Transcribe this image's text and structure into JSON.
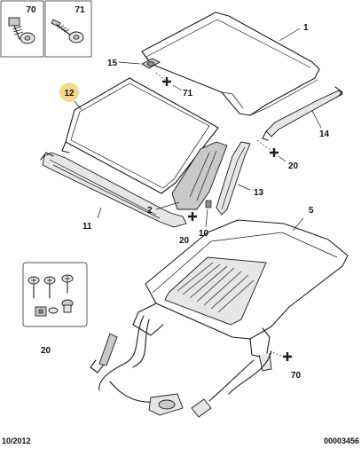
{
  "callouts": {
    "c70top": "70",
    "c71top": "71",
    "c1": "1",
    "c15": "15",
    "c71": "71",
    "c12": "12",
    "c14": "14",
    "c20a": "20",
    "c13": "13",
    "c2": "2",
    "c11": "11",
    "c20b": "20",
    "c10": "10",
    "c5": "5",
    "c20kit": "20",
    "c70": "70"
  },
  "footer": {
    "date": "10/2012",
    "ref": "00003456"
  },
  "colors": {
    "highlight": "#f6d98a",
    "line": "#1a1a1a"
  }
}
